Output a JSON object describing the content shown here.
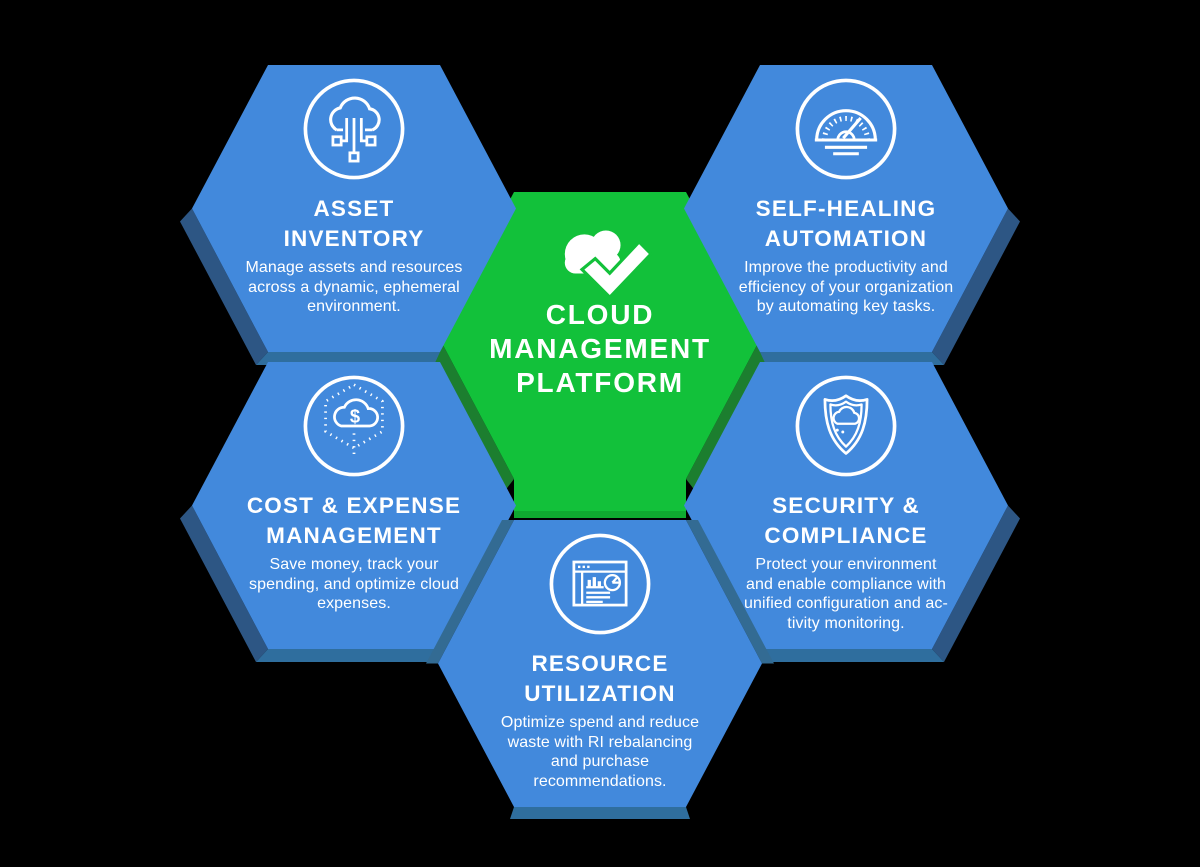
{
  "diagram": {
    "name": "Cloud Management Platform hexagon infographic",
    "center": {
      "title": "CLOUD\nMANAGEMENT\nPLATFORM",
      "icon": "cloud-check-icon"
    },
    "hexagons": [
      {
        "id": "asset-inventory",
        "title": "ASSET\nINVENTORY",
        "description": "Manage assets and resources\nacross a dynamic, ephemeral\nenvironment.",
        "icon": "cloud-network-icon"
      },
      {
        "id": "self-healing-automation",
        "title": "SELF-HEALING\nAUTOMATION",
        "description": "Improve the productivity and\nefficiency of your organization\nby automating key tasks.",
        "icon": "gauge-icon"
      },
      {
        "id": "cost-expense-management",
        "title": "COST & EXPENSE\nMANAGEMENT",
        "description": "Save money, track your\nspending, and optimize cloud\nexpenses.",
        "icon": "dollar-cloud-icon"
      },
      {
        "id": "security-compliance",
        "title": "SECURITY &\nCOMPLIANCE",
        "description": "Protect your environment\nand enable compliance with\nunified configuration and ac-\ntivity monitoring.",
        "icon": "shield-cloud-icon"
      },
      {
        "id": "resource-utilization",
        "title": "RESOURCE\nUTILIZATION",
        "description": "Optimize spend and reduce\nwaste with RI rebalancing\nand purchase\nrecommendations.",
        "icon": "browser-chart-icon"
      }
    ],
    "icons": {
      "dollar_sign": "$"
    },
    "colors": {
      "background": "#000000",
      "hexagon_blue": "#4289DC",
      "hexagon_blue_side": "#2D5684",
      "hexagon_blue_bottom": "#2F6E9E",
      "hexagon_gap_side": "#336B93",
      "hexagon_green": "#12C13A",
      "hexagon_green_side": "#1C7E2F",
      "hexagon_green_bottom": "#0FA930",
      "icon_stroke": "#FFFFFF",
      "text": "#FFFFFF"
    }
  }
}
